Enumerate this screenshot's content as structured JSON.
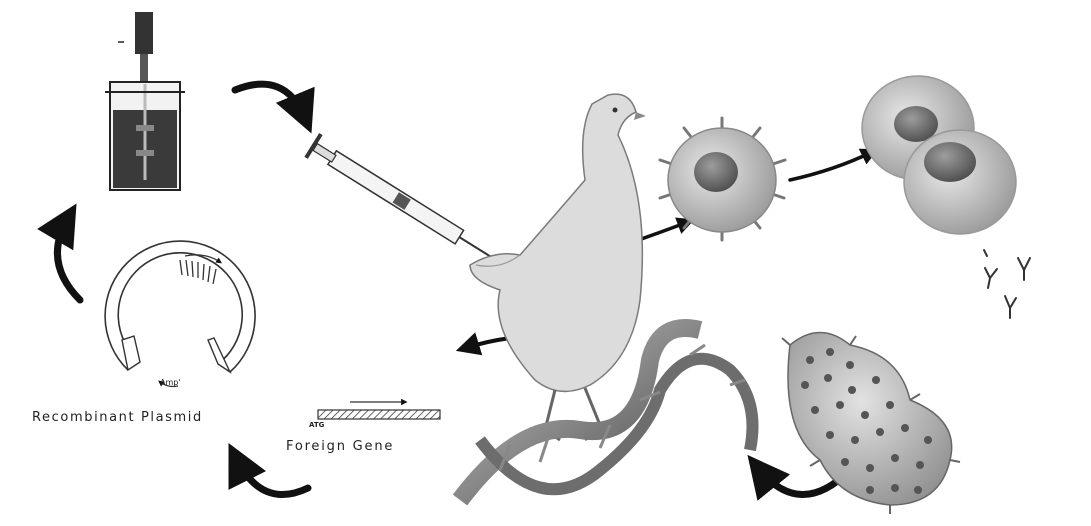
{
  "labels": {
    "recombinant_plasmid": "Recombinant   Plasmid",
    "foreign_gene": "Foreign   Gene",
    "atg": "ATG",
    "amp": "Amp'"
  },
  "colors": {
    "arrow": "#111111",
    "line": "#333333",
    "cell": "#b7b7b7",
    "nucleus": "#6a6a6a",
    "dna": "#5b5b5b"
  },
  "icons": [
    "bioreactor-icon",
    "syringe-icon",
    "chicken-icon",
    "antigen-presenting-cell-icon",
    "b-cell-icon",
    "antibody-icon",
    "dna-helix-icon",
    "virus-icon",
    "plasmid-icon",
    "gene-segment-icon"
  ]
}
